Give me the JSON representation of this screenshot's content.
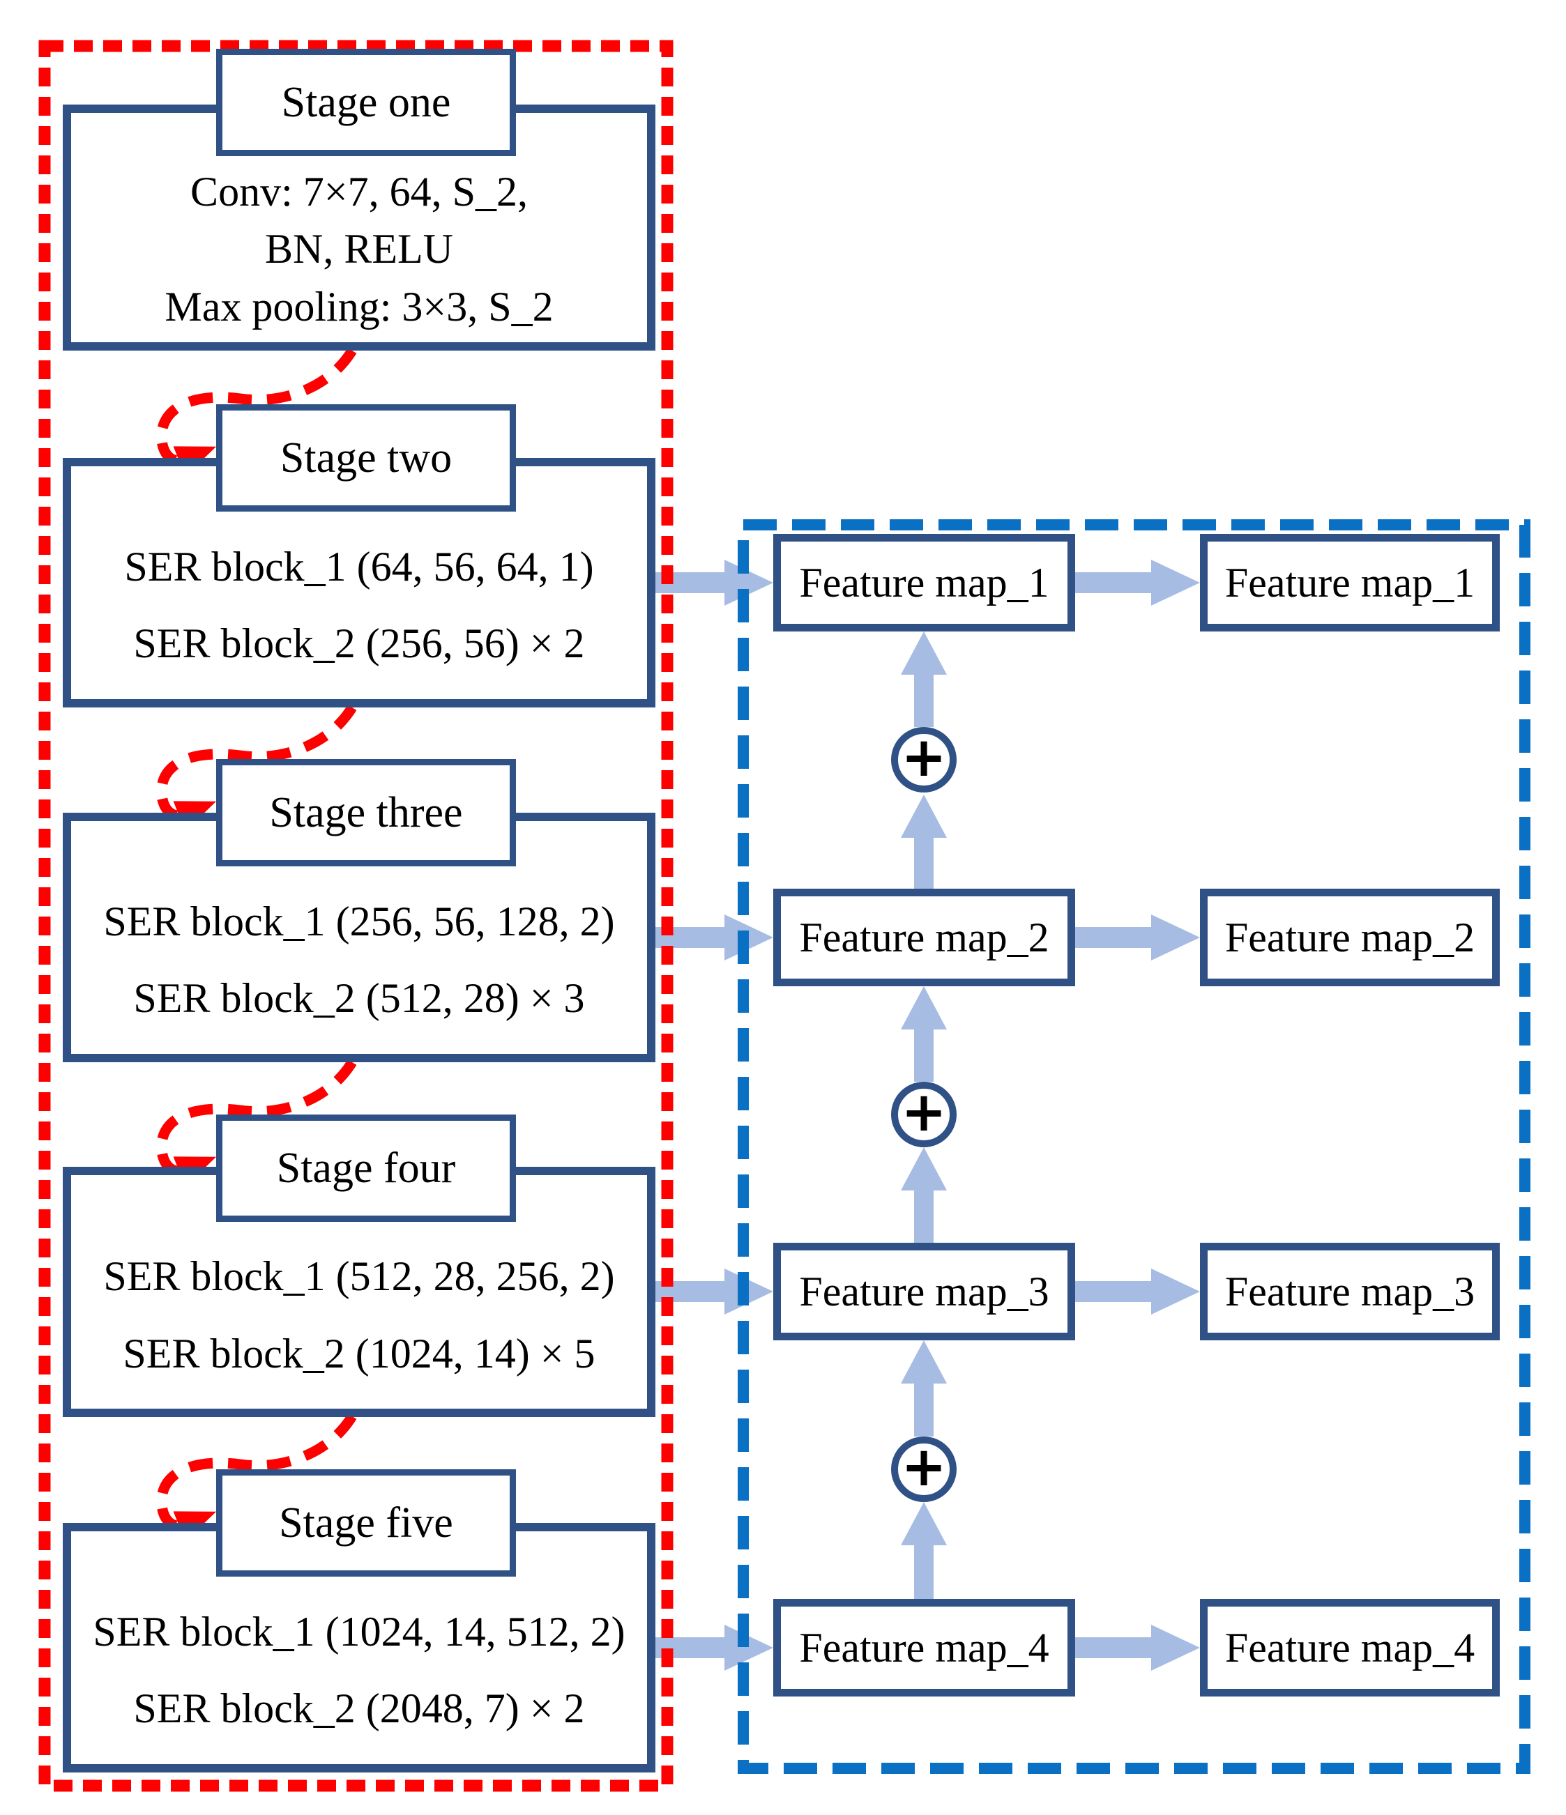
{
  "colors": {
    "box_border": "#2f5186",
    "backbone_outline_red": "#fe0000",
    "fusion_outline_blue": "#0a70c4",
    "arrow_fill": "#a7bce3",
    "text": "#000000"
  },
  "backbone": {
    "stages": [
      {
        "title": "Stage one",
        "lines": [
          "Conv: 7×7, 64, S_2,",
          "BN, RELU",
          "Max pooling: 3×3, S_2"
        ]
      },
      {
        "title": "Stage two",
        "lines": [
          "SER block_1 (64, 56, 64, 1)",
          "SER block_2 (256, 56) × 2"
        ]
      },
      {
        "title": "Stage three",
        "lines": [
          "SER block_1 (256, 56, 128, 2)",
          "SER block_2 (512, 28) × 3"
        ]
      },
      {
        "title": "Stage four",
        "lines": [
          "SER block_1 (512, 28, 256, 2)",
          "SER block_2 (1024, 14) × 5"
        ]
      },
      {
        "title": "Stage five",
        "lines": [
          "SER block_1 (1024, 14, 512, 2)",
          "SER block_2 (2048, 7) × 2"
        ]
      }
    ]
  },
  "fpn": {
    "plus_symbol": "+",
    "rows": [
      {
        "left": "Feature map_1",
        "right": "Feature map_1"
      },
      {
        "left": "Feature map_2",
        "right": "Feature map_2"
      },
      {
        "left": "Feature map_3",
        "right": "Feature map_3"
      },
      {
        "left": "Feature map_4",
        "right": "Feature map_4"
      }
    ]
  }
}
